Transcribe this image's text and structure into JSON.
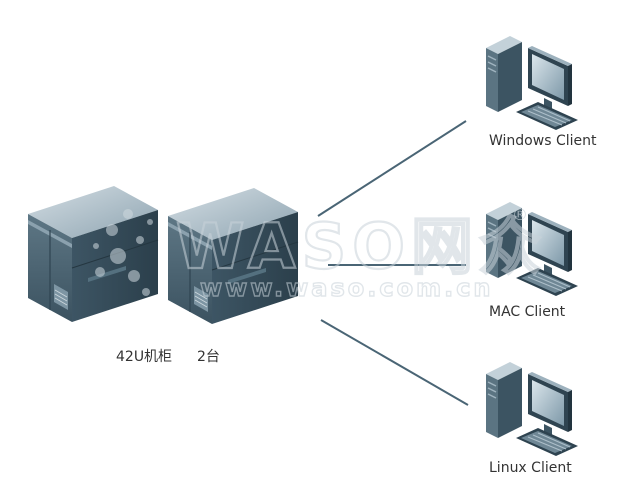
{
  "servers": {
    "rack_label": "42U机柜",
    "count_label": "2台"
  },
  "clients": [
    {
      "label": "Windows Client",
      "icon": "desktop-computer-icon"
    },
    {
      "label": "MAC Client",
      "icon": "desktop-computer-icon"
    },
    {
      "label": "Linux Client",
      "icon": "desktop-computer-icon"
    }
  ],
  "watermark": {
    "brand": "WASO网众",
    "url": "www.waso.com.cn",
    "mark": "®"
  },
  "colors": {
    "server_dark": "#3f5866",
    "server_light": "#aabdc8",
    "line": "#4a6575"
  }
}
